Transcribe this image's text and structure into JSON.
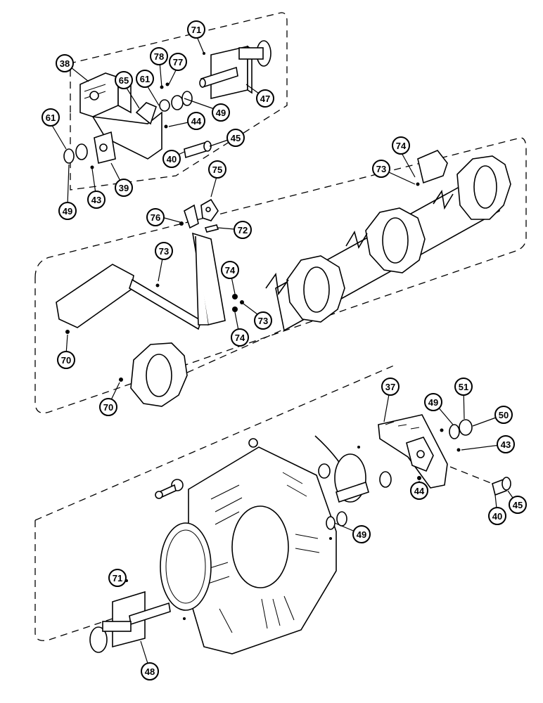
{
  "diagram": {
    "callouts": [
      {
        "id": "c71a",
        "label": "71"
      },
      {
        "id": "c38",
        "label": "38"
      },
      {
        "id": "c78",
        "label": "78"
      },
      {
        "id": "c77",
        "label": "77"
      },
      {
        "id": "c65",
        "label": "65"
      },
      {
        "id": "c61a",
        "label": "61"
      },
      {
        "id": "c49a",
        "label": "49"
      },
      {
        "id": "c47",
        "label": "47"
      },
      {
        "id": "c44a",
        "label": "44"
      },
      {
        "id": "c61b",
        "label": "61"
      },
      {
        "id": "c45a",
        "label": "45"
      },
      {
        "id": "c40a",
        "label": "40"
      },
      {
        "id": "c49b",
        "label": "49"
      },
      {
        "id": "c43a",
        "label": "43"
      },
      {
        "id": "c39",
        "label": "39"
      },
      {
        "id": "c74a",
        "label": "74"
      },
      {
        "id": "c73a",
        "label": "73"
      },
      {
        "id": "c75",
        "label": "75"
      },
      {
        "id": "c76",
        "label": "76"
      },
      {
        "id": "c72",
        "label": "72"
      },
      {
        "id": "c73b",
        "label": "73"
      },
      {
        "id": "c74b",
        "label": "74"
      },
      {
        "id": "c73c",
        "label": "73"
      },
      {
        "id": "c74c",
        "label": "74"
      },
      {
        "id": "c70a",
        "label": "70"
      },
      {
        "id": "c70b",
        "label": "70"
      },
      {
        "id": "c37",
        "label": "37"
      },
      {
        "id": "c49c",
        "label": "49"
      },
      {
        "id": "c51",
        "label": "51"
      },
      {
        "id": "c50",
        "label": "50"
      },
      {
        "id": "c43b",
        "label": "43"
      },
      {
        "id": "c44b",
        "label": "44"
      },
      {
        "id": "c40b",
        "label": "40"
      },
      {
        "id": "c45b",
        "label": "45"
      },
      {
        "id": "c49d",
        "label": "49"
      },
      {
        "id": "c71b",
        "label": "71"
      },
      {
        "id": "c48",
        "label": "48"
      }
    ]
  }
}
